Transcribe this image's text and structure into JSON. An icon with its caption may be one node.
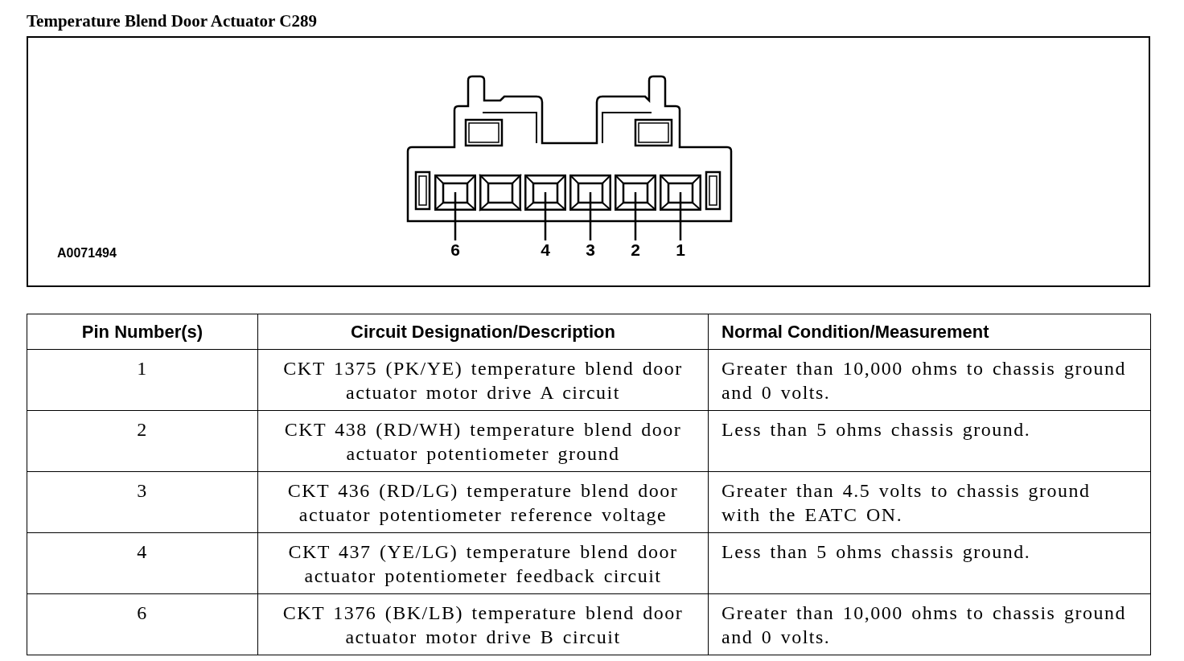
{
  "diagram": {
    "title": "Temperature Blend Door Actuator C289",
    "nodes": [
      {
        "text": [],
        "shape": "box"
      },
      {
        "text": [],
        "shape": "box"
      },
      {
        "text": [],
        "shape": "box"
      },
      {
        "text": [],
        "shape": "box"
      },
      {
        "text": [],
        "shape": "box"
      },
      {
        "text": [
          "6"
        ]
      },
      {
        "text": [
          "4"
        ]
      },
      {
        "text": [
          "3"
        ]
      },
      {
        "text": [
          "2"
        ]
      },
      {
        "text": [
          "1"
        ]
      }
    ],
    "edges": [
      {
        "from": 5,
        "to": 0,
        "arrow": "none"
      },
      {
        "from": 6,
        "to": 1,
        "arrow": "none"
      },
      {
        "from": 7,
        "to": 2,
        "arrow": "none"
      },
      {
        "from": 8,
        "to": 3,
        "arrow": "none"
      },
      {
        "from": 9,
        "to": 4,
        "arrow": "none"
      }
    ],
    "labels": [
      "A0071494",
      "Pin Number(s)",
      "Circuit Designation/Description",
      "Normal Condition/Measurement",
      "1",
      "CKT 1375 (PK/YE) temperature blend door actuator motor drive A circuit",
      "Greater than 10,000 ohms to chassis ground and 0 volts.",
      "2",
      "CKT 438 (RD/WH) temperature blend door actuator potentiometer ground",
      "Less than 5 ohms chassis ground.",
      "3",
      "CKT 436 (RD/LG) temperature blend door actuator potentiometer reference voltage",
      "Greater than 4.5 volts to chassis ground with the EATC ON.",
      "4",
      "CKT 437 (YE/LG) temperature blend door actuator potentiometer feedback circuit",
      "Less than 5 ohms chassis ground.",
      "6",
      "CKT 1376 (BK/LB) temperature blend door actuator motor drive B circuit",
      "Greater than 10,000 ohms to chassis ground and 0 volts."
    ]
  }
}
